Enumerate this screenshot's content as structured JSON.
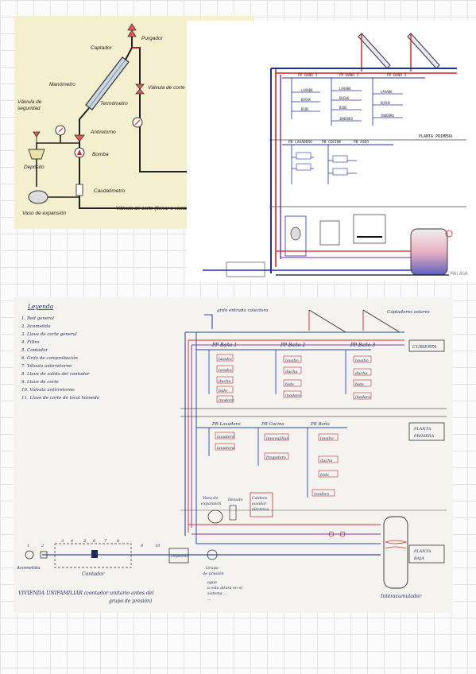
{
  "solar_diagram": {
    "labels": {
      "captador": "Captador",
      "purgador": "Purgador",
      "manometro": "Manómetro",
      "valvula_seguridad_1": "Válvula de",
      "valvula_seguridad_2": "seguridad",
      "termometro": "Termómetro",
      "valvula_corte": "Válvula de corte",
      "antiretorno": "Antiretorno",
      "bomba": "Bomba",
      "deposito": "Depósito",
      "caudalimetro": "Caudalímetro",
      "vaso_expansion": "Vaso de expansión",
      "valvula_corte_llenar": "Válvula de corte (llenar o vaciar)"
    }
  },
  "printed_schematic": {
    "section_planta_primera": "PLANTA PRIMERA",
    "watermark": "MALAGA",
    "bath_headers": [
      "PP BAÑO 1",
      "PP BAÑO 2",
      "PP BAÑO 3"
    ],
    "floor_headers": [
      "PB LAVADERO",
      "PB COCINA",
      "PB ASEO"
    ],
    "fixtures_col1": [
      "LAVABO",
      "DUCHA",
      "BIDE"
    ],
    "fixtures_col2": [
      "LAVABO",
      "DUCHA",
      "BIDE",
      "INODORO"
    ],
    "fixtures_col3": [
      "LAVABO",
      "DUCHA",
      "INODORO"
    ]
  },
  "hand_drawing": {
    "legend_title": "Leyenda",
    "legend_items": [
      "1. Red general",
      "2. Acometida",
      "3. Llave de corte general",
      "4. Filtro",
      "5. Contador",
      "6. Grifo de comprobación",
      "7. Válvula antirretorno",
      "8. Llave de salida del contador",
      "9. Llave de corte",
      "10. Válvula antirretorno",
      "11. Llave de corte de local húmedo"
    ],
    "top_label": "grifo entrada colectora",
    "captadores": "Captadores solares",
    "cubierta": "CUBIERTA",
    "planta_primera_1": "PLANTA",
    "planta_primera_2": "PRIMERA",
    "planta_baja_1": "PLANTA",
    "planta_baja_2": "BAJA",
    "baths": [
      {
        "title": "PP Baño 1",
        "items": [
          "lavabo",
          "lavabo",
          "ducha",
          "bide",
          "inodoro"
        ]
      },
      {
        "title": "PP Baño 2",
        "items": [
          "lavabo",
          "ducha",
          "bide",
          "inodoro"
        ]
      },
      {
        "title": "PP Baño 3",
        "items": [
          "lavabo",
          "ducha",
          "bide",
          "inodoro"
        ]
      }
    ],
    "floor_rooms": [
      {
        "title": "PB Lavadero",
        "items": [
          "lavadero",
          "lavadora"
        ]
      },
      {
        "title": "PB Cocina",
        "items": [
          "lavavajillas",
          "fregadero"
        ]
      },
      {
        "title": "PB Baño",
        "items": [
          "lavabo",
          "ducha",
          "bide",
          "inodoro"
        ]
      }
    ],
    "vaso_exp_1": "Vaso de",
    "vaso_exp_2": "expansión",
    "llenado": "llenado",
    "caldera_1": "Caldera",
    "caldera_2": "auxiliar",
    "caldera_3": "eléctrica",
    "numbers": [
      "1",
      "2",
      "3",
      "4",
      "5",
      "6",
      "7",
      "8",
      "9",
      "10"
    ],
    "acometida": "Acometida",
    "contador": "Contador",
    "deposito": "Deposito",
    "grupo_1": "Grupo",
    "grupo_2": "de presión",
    "note_1": "agua",
    "note_2": "a esta altura en el",
    "note_3": "sistema ...",
    "note_4": "...",
    "intercambiador": "Interacumulador",
    "footer_1": "VIVIENDA UNIFAMILIAR (contador unitario antes del",
    "footer_2": "grupo de presión)"
  }
}
